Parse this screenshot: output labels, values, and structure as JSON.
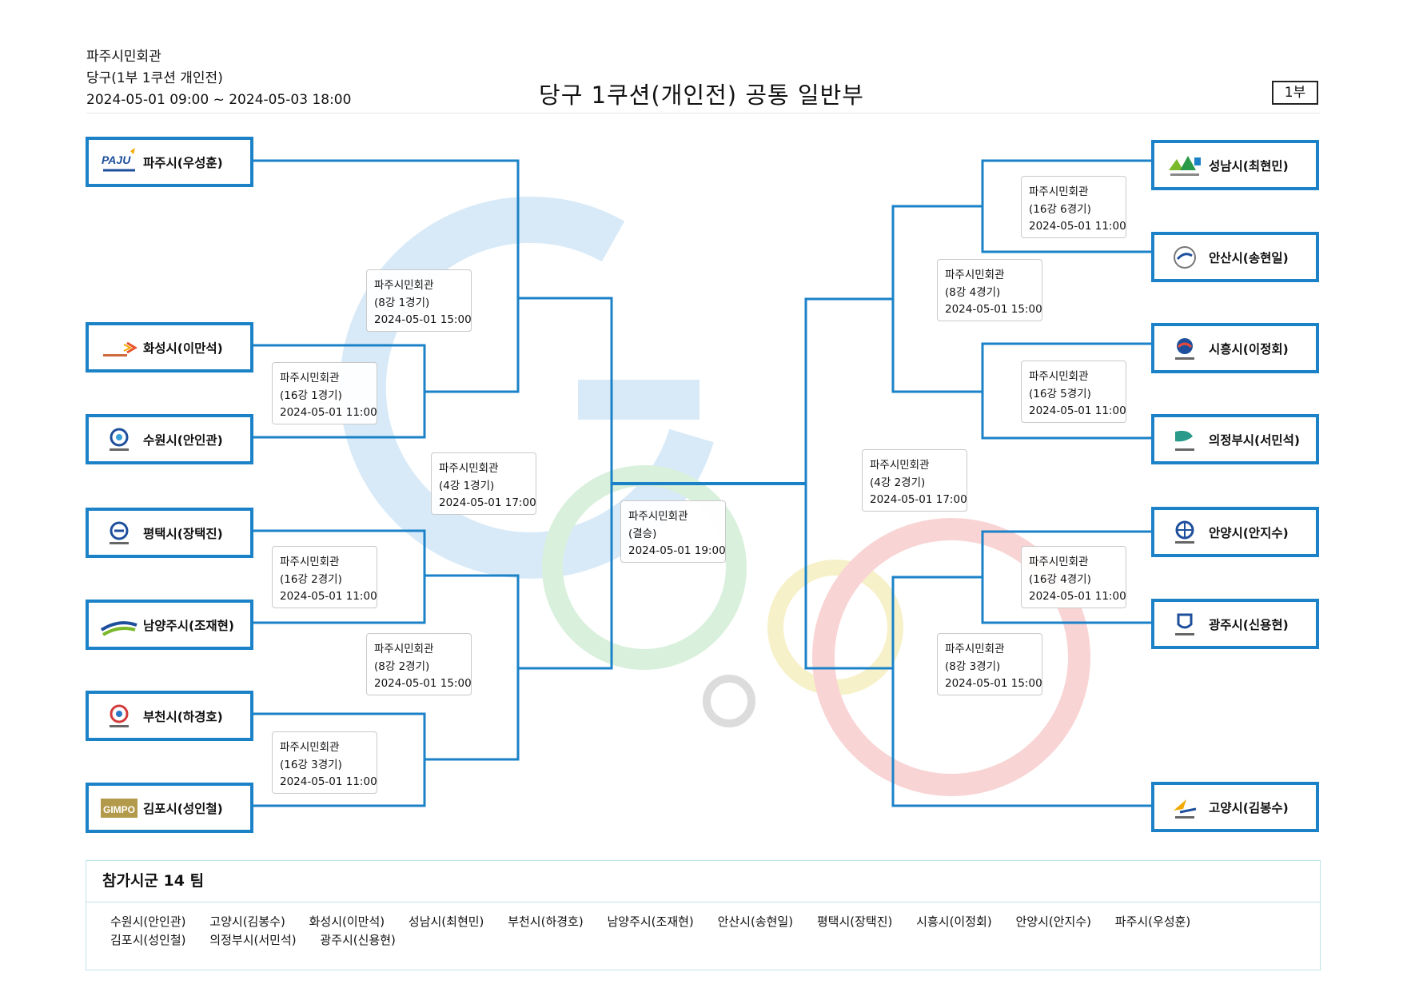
{
  "header": {
    "venue": "파주시민회관",
    "event": "당구(1부 1쿠션 개인전)",
    "period": "2024-05-01 09:00 ~ 2024-05-03 18:00",
    "title": "당구 1쿠션(개인전) 공통 일반부",
    "badge": "1부"
  },
  "colors": {
    "line": "#1b82c8",
    "wm_blue": "#d8eaf8",
    "wm_green": "#d9f0dc",
    "wm_yellow": "#f6f1c9",
    "wm_red": "#f9d4d4",
    "wm_gray": "#dcdcdc"
  },
  "teams": {
    "l1": {
      "name": "파주시(우성훈)",
      "logo": "paju-logo"
    },
    "l2": {
      "name": "화성시(이만석)",
      "logo": "hwaseong-logo"
    },
    "l3": {
      "name": "수원시(안인관)",
      "logo": "suwon-logo"
    },
    "l4": {
      "name": "평택시(장택진)",
      "logo": "pyeongtaek-logo"
    },
    "l5": {
      "name": "남양주시(조재현)",
      "logo": "namyangju-logo"
    },
    "l6": {
      "name": "부천시(하경호)",
      "logo": "bucheon-logo"
    },
    "l7": {
      "name": "김포시(성인철)",
      "logo": "gimpo-logo"
    },
    "r1": {
      "name": "성남시(최현민)",
      "logo": "seongnam-logo"
    },
    "r2": {
      "name": "안산시(송현일)",
      "logo": "ansan-logo"
    },
    "r3": {
      "name": "시흥시(이정회)",
      "logo": "siheung-logo"
    },
    "r4": {
      "name": "의정부시(서민석)",
      "logo": "uijeongbu-logo"
    },
    "r5": {
      "name": "안양시(안지수)",
      "logo": "anyang-logo"
    },
    "r6": {
      "name": "광주시(신용현)",
      "logo": "gwangju-logo"
    },
    "r7": {
      "name": "고양시(김봉수)",
      "logo": "goyang-logo"
    }
  },
  "logos": {
    "paju_word": "PAJU",
    "gimpo_word": "GIMPO"
  },
  "matches": {
    "l16_1": {
      "venue": "파주시민회관",
      "round": "(16강 1경기)",
      "time": "2024-05-01 11:00"
    },
    "l16_2": {
      "venue": "파주시민회관",
      "round": "(16강 2경기)",
      "time": "2024-05-01 11:00"
    },
    "l16_3": {
      "venue": "파주시민회관",
      "round": "(16강 3경기)",
      "time": "2024-05-01 11:00"
    },
    "l8_1": {
      "venue": "파주시민회관",
      "round": "(8강 1경기)",
      "time": "2024-05-01 15:00"
    },
    "l8_2": {
      "venue": "파주시민회관",
      "round": "(8강 2경기)",
      "time": "2024-05-01 15:00"
    },
    "l4_1": {
      "venue": "파주시민회관",
      "round": "(4강 1경기)",
      "time": "2024-05-01 17:00"
    },
    "final": {
      "venue": "파주시민회관",
      "round": "(결승)",
      "time": "2024-05-01 19:00"
    },
    "r4_2": {
      "venue": "파주시민회관",
      "round": "(4강 2경기)",
      "time": "2024-05-01 17:00"
    },
    "r8_4": {
      "venue": "파주시민회관",
      "round": "(8강 4경기)",
      "time": "2024-05-01 15:00"
    },
    "r8_3": {
      "venue": "파주시민회관",
      "round": "(8강 3경기)",
      "time": "2024-05-01 15:00"
    },
    "r16_6": {
      "venue": "파주시민회관",
      "round": "(16강 6경기)",
      "time": "2024-05-01 11:00"
    },
    "r16_5": {
      "venue": "파주시민회관",
      "round": "(16강 5경기)",
      "time": "2024-05-01 11:00"
    },
    "r16_4": {
      "venue": "파주시민회관",
      "round": "(16강 4경기)",
      "time": "2024-05-01 11:00"
    }
  },
  "participants": {
    "title": "참가시군 14 팀",
    "list": [
      "수원시(안인관)",
      "고양시(김봉수)",
      "화성시(이만석)",
      "성남시(최현민)",
      "부천시(하경호)",
      "남양주시(조재현)",
      "안산시(송현일)",
      "평택시(장택진)",
      "시흥시(이정회)",
      "안양시(안지수)",
      "파주시(우성훈)",
      "김포시(성인철)",
      "의정부시(서민석)",
      "광주시(신용현)"
    ]
  }
}
